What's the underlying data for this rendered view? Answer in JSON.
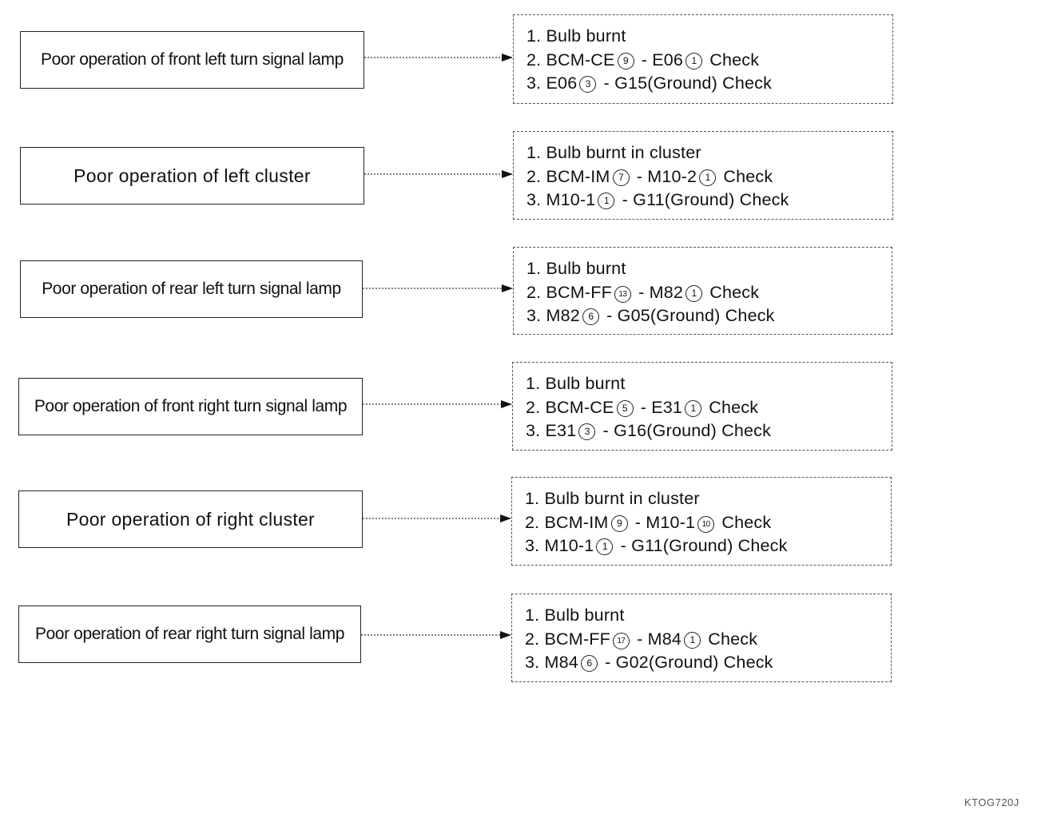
{
  "rows": [
    {
      "symptom": "Poor operation of front left turn signal lamp",
      "check1": "1. Bulb burnt",
      "check2": {
        "pre": "2. BCM-CE",
        "c1": "9",
        "mid": " - E06",
        "c2": "1",
        "post": " Check"
      },
      "check3": {
        "pre": "3. E06",
        "c": "3",
        "post": " - G15(Ground) Check"
      }
    },
    {
      "symptom": "Poor operation of left cluster",
      "check1": "1. Bulb burnt in cluster",
      "check2": {
        "pre": "2. BCM-IM",
        "c1": "7",
        "mid": " - M10-2",
        "c2": "1",
        "post": " Check"
      },
      "check3": {
        "pre": "3. M10-1",
        "c": "1",
        "post": " - G11(Ground) Check"
      }
    },
    {
      "symptom": "Poor operation of rear left turn signal lamp",
      "check1": "1. Bulb burnt",
      "check2": {
        "pre": "2. BCM-FF",
        "c1": "13",
        "mid": " - M82",
        "c2": "1",
        "post": " Check"
      },
      "check3": {
        "pre": "3. M82",
        "c": "6",
        "post": " - G05(Ground) Check"
      }
    },
    {
      "symptom": "Poor operation of front right turn signal lamp",
      "check1": "1. Bulb burnt",
      "check2": {
        "pre": "2. BCM-CE",
        "c1": "5",
        "mid": " - E31",
        "c2": "1",
        "post": " Check"
      },
      "check3": {
        "pre": "3. E31",
        "c": "3",
        "post": " - G16(Ground) Check"
      }
    },
    {
      "symptom": "Poor operation of right cluster",
      "check1": "1. Bulb burnt in cluster",
      "check2": {
        "pre": "2. BCM-IM",
        "c1": "9",
        "mid": " - M10-1",
        "c2": "10",
        "post": " Check"
      },
      "check3": {
        "pre": "3. M10-1",
        "c": "1",
        "post": " - G11(Ground) Check"
      }
    },
    {
      "symptom": "Poor operation of rear right turn signal lamp",
      "check1": "1. Bulb burnt",
      "check2": {
        "pre": "2. BCM-FF",
        "c1": "17",
        "mid": " - M84",
        "c2": "1",
        "post": " Check"
      },
      "check3": {
        "pre": "3. M84",
        "c": "6",
        "post": " - G02(Ground) Check"
      }
    }
  ],
  "figure_code": "KTOG720J"
}
